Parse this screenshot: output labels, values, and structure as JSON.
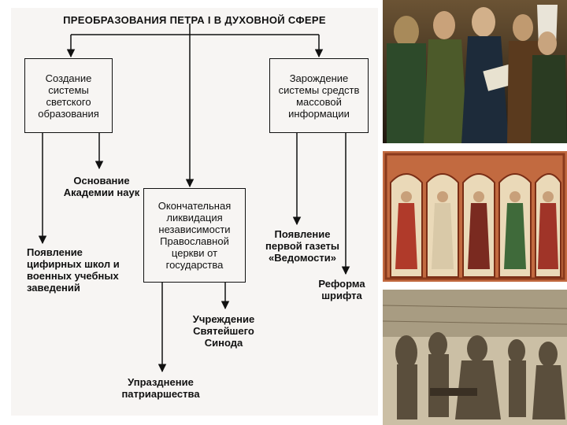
{
  "diagram": {
    "title": "ПРЕОБРАЗОВАНИЯ ПЕТРА I В ДУХОВНОЙ СФЕРЕ",
    "boxes": {
      "secular_education": "Создание системы светского образования",
      "church_independence": "Окончательная ликвидация независимости Православной церкви от государства",
      "mass_media": "Зарождение системы средств массовой информации"
    },
    "labels": {
      "academy": "Основание Академии наук",
      "schools": "Появление цифирных школ и военных учебных заведений",
      "synod": "Учреждение Святейшего Синода",
      "patriarchate": "Упразднение патриаршества",
      "newspaper": "Появление первой газеты «Ведомости»",
      "font_reform": "Реформа шрифта"
    }
  },
  "images": [
    {
      "subject": "clergy-assembly-painting"
    },
    {
      "subject": "patriarchs-portraits-panel"
    },
    {
      "subject": "assembly-engraving"
    }
  ],
  "colors": {
    "background": "#ffffff",
    "diagram_bg": "#f7f5f3",
    "ink": "#111111"
  }
}
